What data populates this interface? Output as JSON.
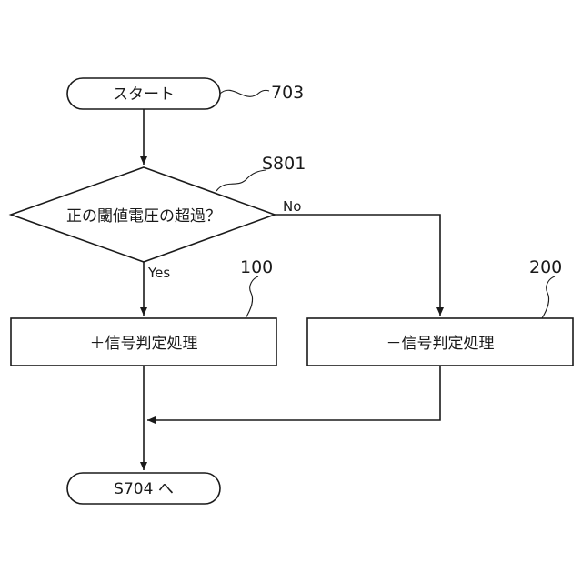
{
  "nodes": {
    "start": {
      "label": "スタート",
      "ref": "703"
    },
    "decision": {
      "label": "正の閾値電圧の超過？",
      "ref": "S801",
      "yes_label": "Yes",
      "no_label": "No"
    },
    "process_plus": {
      "label": "＋信号判定処理",
      "ref": "100"
    },
    "process_minus": {
      "label": "－信号判定処理",
      "ref": "200"
    },
    "end": {
      "label": "S704 へ"
    }
  }
}
